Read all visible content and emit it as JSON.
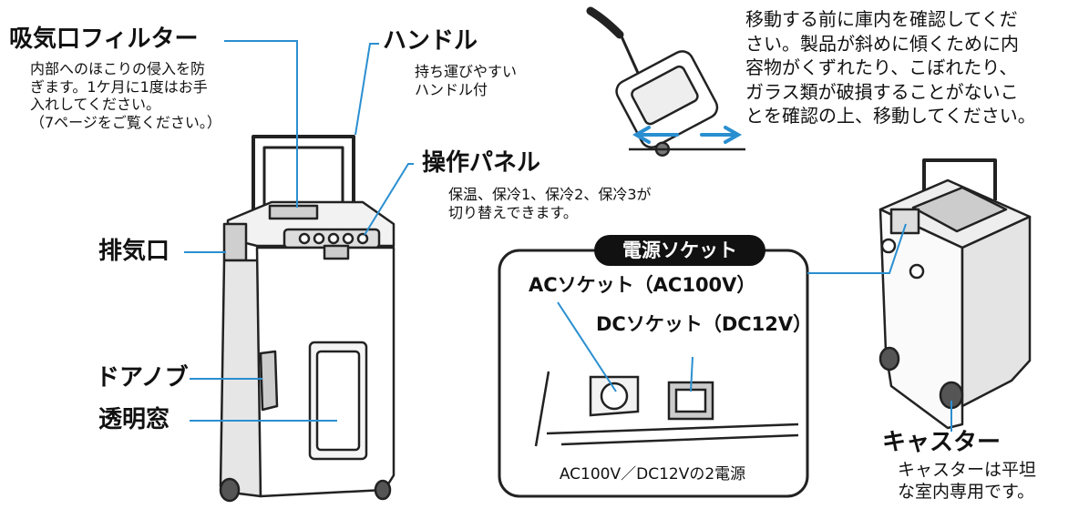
{
  "labels": {
    "intake_filter": "吸気口フィルター",
    "handle": "ハンドル",
    "control_panel": "操作パネル",
    "exhaust": "排気口",
    "door_knob": "ドアノブ",
    "window": "透明窓",
    "caster": "キャスター"
  },
  "descriptions": {
    "intake_filter": "内部へのほこりの侵入を防\nぎます。1ケ月に1度はお手\n入れしてください。\n（7ページをご覧ください。）",
    "handle": "持ち運びやすい\nハンドル付",
    "control_panel": "保温、保冷1、保冷2、保冷3が\n切り替えできます。",
    "moving_note": "移動する前に庫内を確認してくだ\nさい。製品が斜めに傾くために内\n容物がくずれたり、こぼれたり、\nガラス類が破損することがないこ\nとを確認の上、移動してください。",
    "caster": "キャスターは平坦\nな室内専用です。"
  },
  "power_socket": {
    "title": "電源ソケット",
    "ac": "ACソケット（AC100V）",
    "dc": "DCソケット（DC12V）",
    "footer": "AC100V／DC12Vの2電源"
  }
}
